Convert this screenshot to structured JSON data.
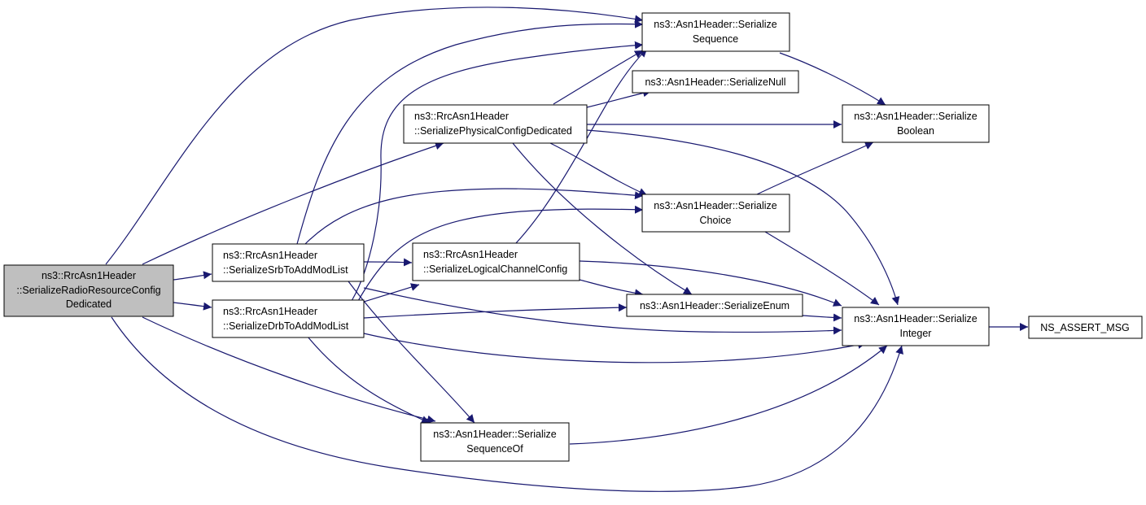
{
  "colors": {
    "edge": "#191970",
    "root_fill": "#bfbfbf",
    "node_fill": "#ffffff",
    "border": "#000000"
  },
  "nodes": [
    {
      "id": "root",
      "lines": [
        "ns3::RrcAsn1Header",
        "::SerializeRadioResourceConfig",
        "Dedicated"
      ]
    },
    {
      "id": "srb",
      "lines": [
        "ns3::RrcAsn1Header",
        "::SerializeSrbToAddModList"
      ]
    },
    {
      "id": "drb",
      "lines": [
        "ns3::RrcAsn1Header",
        "::SerializeDrbToAddModList"
      ]
    },
    {
      "id": "phys",
      "lines": [
        "ns3::RrcAsn1Header",
        "::SerializePhysicalConfigDedicated"
      ]
    },
    {
      "id": "logical",
      "lines": [
        "ns3::RrcAsn1Header",
        "::SerializeLogicalChannelConfig"
      ]
    },
    {
      "id": "seqof",
      "lines": [
        "ns3::Asn1Header::Serialize",
        "SequenceOf"
      ]
    },
    {
      "id": "sequence",
      "lines": [
        "ns3::Asn1Header::Serialize",
        "Sequence"
      ]
    },
    {
      "id": "null",
      "lines": [
        "ns3::Asn1Header::SerializeNull"
      ]
    },
    {
      "id": "choice",
      "lines": [
        "ns3::Asn1Header::Serialize",
        "Choice"
      ]
    },
    {
      "id": "enum",
      "lines": [
        "ns3::Asn1Header::SerializeEnum"
      ]
    },
    {
      "id": "boolean",
      "lines": [
        "ns3::Asn1Header::Serialize",
        "Boolean"
      ]
    },
    {
      "id": "integer",
      "lines": [
        "ns3::Asn1Header::Serialize",
        "Integer"
      ]
    },
    {
      "id": "assert",
      "lines": [
        "NS_ASSERT_MSG"
      ]
    }
  ],
  "edges": [
    [
      "root",
      "sequence"
    ],
    [
      "root",
      "phys"
    ],
    [
      "root",
      "srb"
    ],
    [
      "root",
      "drb"
    ],
    [
      "root",
      "seqof"
    ],
    [
      "root",
      "integer"
    ],
    [
      "srb",
      "sequence"
    ],
    [
      "srb",
      "choice"
    ],
    [
      "srb",
      "logical"
    ],
    [
      "srb",
      "seqof"
    ],
    [
      "srb",
      "integer"
    ],
    [
      "drb",
      "sequence"
    ],
    [
      "drb",
      "choice"
    ],
    [
      "drb",
      "logical"
    ],
    [
      "drb",
      "enum"
    ],
    [
      "drb",
      "seqof"
    ],
    [
      "drb",
      "integer"
    ],
    [
      "phys",
      "sequence"
    ],
    [
      "phys",
      "null"
    ],
    [
      "phys",
      "boolean"
    ],
    [
      "phys",
      "choice"
    ],
    [
      "phys",
      "enum"
    ],
    [
      "phys",
      "integer"
    ],
    [
      "logical",
      "sequence"
    ],
    [
      "logical",
      "enum"
    ],
    [
      "logical",
      "integer"
    ],
    [
      "sequence",
      "boolean"
    ],
    [
      "choice",
      "boolean"
    ],
    [
      "choice",
      "integer"
    ],
    [
      "enum",
      "integer"
    ],
    [
      "seqof",
      "integer"
    ],
    [
      "integer",
      "assert"
    ]
  ]
}
